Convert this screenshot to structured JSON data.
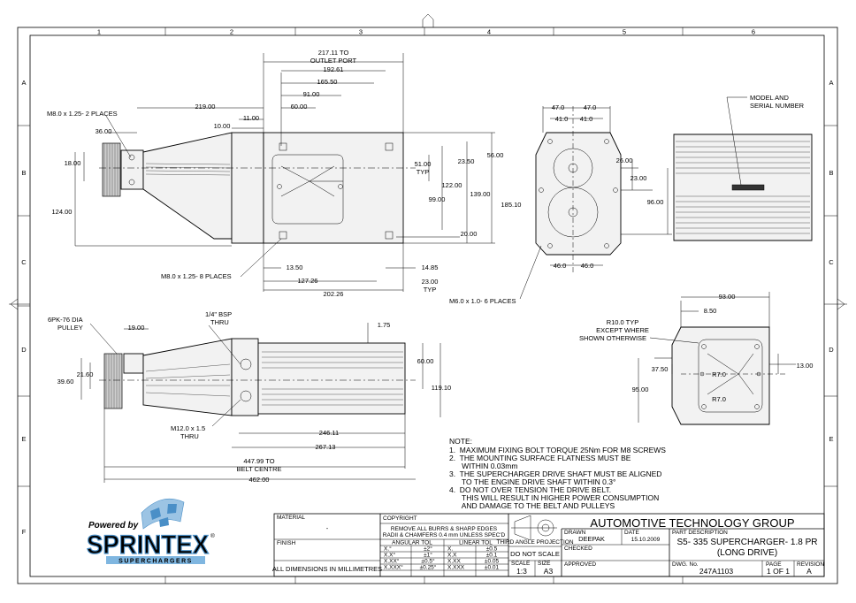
{
  "grid": {
    "columns": [
      "1",
      "2",
      "3",
      "4",
      "5",
      "6"
    ],
    "rows": [
      "A",
      "B",
      "C",
      "D",
      "E",
      "F"
    ]
  },
  "dimensions": {
    "outlet_port": "217.11 TO",
    "outlet_port_2": "OUTLET PORT",
    "d192": "192.61",
    "d165": "165.50",
    "d91": "91.00",
    "d60": "60.00",
    "d219": "219.00",
    "d11": "11.00",
    "d10": "10.00",
    "d36": "36.00",
    "d18": "18.00",
    "d124": "124.00",
    "d51": "51.00",
    "typ": "TYP",
    "d23_5": "23.50",
    "d56": "56.00",
    "d122": "122.00",
    "d139": "139.00",
    "d99": "99.00",
    "d185": "185.10",
    "d20": "20.00",
    "d13_5": "13.50",
    "d14_85": "14.85",
    "d127": "127.26",
    "d23": "23.00",
    "d202": "202.26",
    "d47a": "47.0",
    "d47b": "47.0",
    "d41a": "41.0",
    "d41b": "41.0",
    "d26": "26.00",
    "d23b": "23.00",
    "d96": "96.00",
    "d46a": "46.0",
    "d46b": "46.0",
    "d19": "19.00",
    "d1_75": "1.75",
    "d21_6": "21.60",
    "d39_6": "39.60",
    "d60b": "60.00",
    "d119": "119.10",
    "d246": "246.11",
    "d267": "267.13",
    "d447": "447.99 TO",
    "belt_centre": "BELT CENTRE",
    "d462": "462.00",
    "d93": "93.00",
    "d8_5": "8.50",
    "d37_5": "37.50",
    "d95": "95.00",
    "d13": "13.00",
    "r7a": "R7.0",
    "r7b": "R7.0"
  },
  "callouts": {
    "m8_2": "M8.0 x 1.25- 2 PLACES",
    "m8_8": "M8.0 x 1.25- 8 PLACES",
    "model_1": "MODEL AND",
    "model_2": "SERIAL NUMBER",
    "m6": "M6.0 x 1.0- 6 PLACES",
    "pulley_1": "6PK-76 DIA",
    "pulley_2": "PULLEY",
    "bsp_1": "1/4\" BSP",
    "bsp_2": "THRU",
    "m12_1": "M12.0 x 1.5",
    "m12_2": "THRU",
    "r10_1": "R10.0 TYP",
    "r10_2": "EXCEPT WHERE",
    "r10_3": "SHOWN OTHERWISE"
  },
  "notes": {
    "heading": "NOTE:",
    "lines": [
      "1.  MAXIMUM FIXING BOLT TORQUE 25Nm FOR M8 SCREWS",
      "2.  THE MOUNTING SURFACE FLATNESS MUST BE",
      "      WITHIN 0.03mm",
      "3.  THE SUPERCHARGER DRIVE SHAFT MUST BE ALIGNED",
      "      TO THE ENGINE DRIVE SHAFT WITHIN 0.3°",
      "4.  DO NOT OVER TENSION THE DRIVE BELT.",
      "      THIS WILL RESULT IN HIGHER POWER CONSUMPTION",
      "      AND DAMAGE TO THE BELT AND PULLEYS"
    ]
  },
  "logo": {
    "tagline": "Powered by",
    "brand": "SPRINTEX",
    "sub": "SUPERCHARGERS",
    "reg": "®"
  },
  "title_block": {
    "material_label": "MATERIAL",
    "material_value": "-",
    "finish_label": "FINISH",
    "units": "ALL DIMENSIONS IN MILLIMETRES",
    "copyright": "COPYRIGHT",
    "burrs_1": "REMOVE ALL BURRS & SHARP EDGES",
    "burrs_2": "RADII & CHAMFERS 0.4 mm UNLESS SPEC'D",
    "angular_tol": "ANGULAR TOL",
    "linear_tol": "LINEAR TOL",
    "tol_rows": [
      [
        "X.°",
        "±2°",
        "X.",
        "±0.5"
      ],
      [
        "X.X°",
        "±1°",
        "X.X",
        "±0.1"
      ],
      [
        "X.XX°",
        "±0.5°",
        "X.XX",
        "±0.05"
      ],
      [
        "X.XXX°",
        "±0.25°",
        "X.XXX",
        "±0.01"
      ]
    ],
    "projection": "THIRD ANGLE PROJECTION",
    "do_not_scale": "DO NOT SCALE",
    "scale_label": "SCALE",
    "scale_value": "1:3",
    "size_label": "SIZE",
    "size_value": "A3",
    "drawn_label": "DRAWN",
    "drawn_value": "DEEPAK",
    "date_label": "DATE",
    "date_value": "15.10.2009",
    "checked_label": "CHECKED",
    "approved_label": "APPROVED",
    "company": "AUTOMOTIVE TECHNOLOGY GROUP",
    "part_desc_label": "PART DESCRIPTION",
    "part_desc_1": "S5- 335 SUPERCHARGER- 1.8 PR",
    "part_desc_2": "(LONG DRIVE)",
    "dwg_label": "DWG. No.",
    "dwg_value": "247A1103",
    "page_label": "PAGE",
    "page_value": "1 OF 1",
    "rev_label": "REVISION",
    "rev_value": "A"
  },
  "colors": {
    "logo_blue": "#4a8fc7",
    "logo_light": "#7fb6e0"
  }
}
